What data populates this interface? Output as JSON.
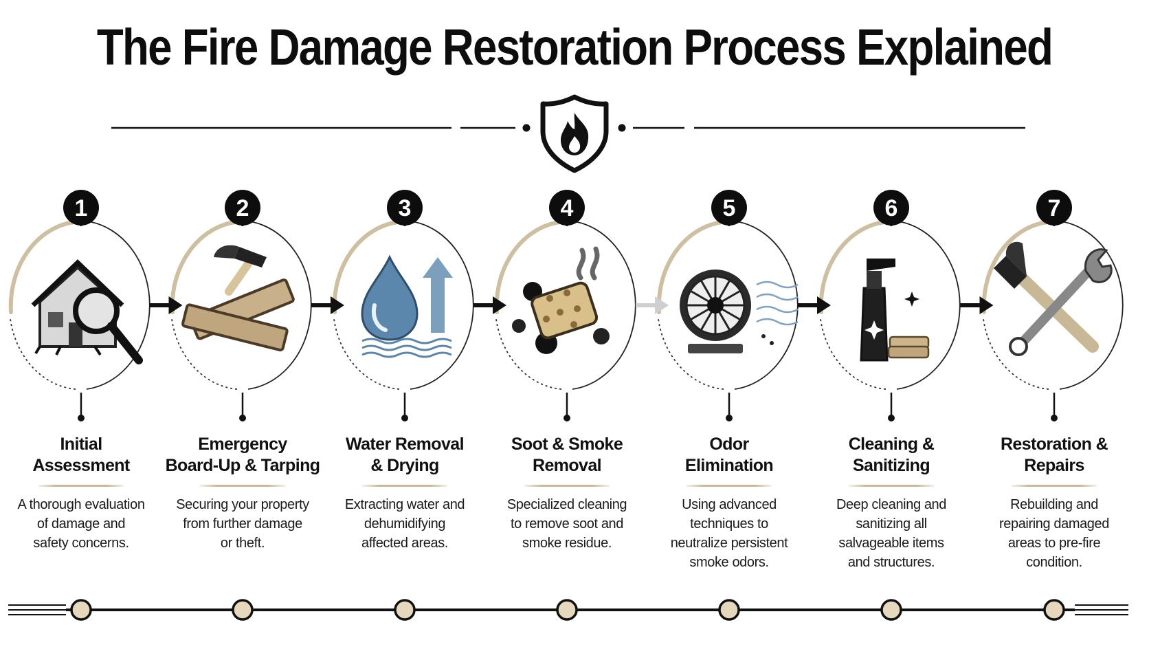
{
  "title": "The Fire Damage Restoration Process Explained",
  "colors": {
    "ink": "#111111",
    "accent_beige": "#c9b896",
    "water_blue": "#5b87ad",
    "timeline_dot": "#e6d8bd"
  },
  "header_icon": "shield-flame-icon",
  "steps": [
    {
      "number": "1",
      "title_lines": [
        "Initial",
        "Assessment"
      ],
      "desc_lines": [
        "A thorough evaluation",
        "of damage and",
        "safety concerns."
      ],
      "icon": "damaged-house-magnifier-icon"
    },
    {
      "number": "2",
      "title_lines": [
        "Emergency",
        "Board-Up & Tarping"
      ],
      "desc_lines": [
        "Securing your property",
        "from further damage",
        "or theft."
      ],
      "icon": "hammer-boards-icon"
    },
    {
      "number": "3",
      "title_lines": [
        "Water Removal",
        "& Drying"
      ],
      "desc_lines": [
        "Extracting water and",
        "dehumidifying",
        "affected areas."
      ],
      "icon": "water-drop-arrow-icon"
    },
    {
      "number": "4",
      "title_lines": [
        "Soot & Smoke",
        "Removal"
      ],
      "desc_lines": [
        "Specialized cleaning",
        "to remove soot and",
        "smoke residue."
      ],
      "icon": "soot-sponge-icon"
    },
    {
      "number": "5",
      "title_lines": [
        "Odor",
        "Elimination"
      ],
      "desc_lines": [
        "Using advanced",
        "techniques to",
        "neutralize persistent",
        "smoke odors."
      ],
      "icon": "air-fan-icon"
    },
    {
      "number": "6",
      "title_lines": [
        "Cleaning &",
        "Sanitizing"
      ],
      "desc_lines": [
        "Deep cleaning and",
        "sanitizing all",
        "salvageable items",
        "and structures."
      ],
      "icon": "spray-bottle-cloths-icon"
    },
    {
      "number": "7",
      "title_lines": [
        "Restoration &",
        "Repairs"
      ],
      "desc_lines": [
        "Rebuilding and",
        "repairing damaged",
        "areas to pre-fire",
        "condition."
      ],
      "icon": "hammer-wrench-icon"
    }
  ]
}
